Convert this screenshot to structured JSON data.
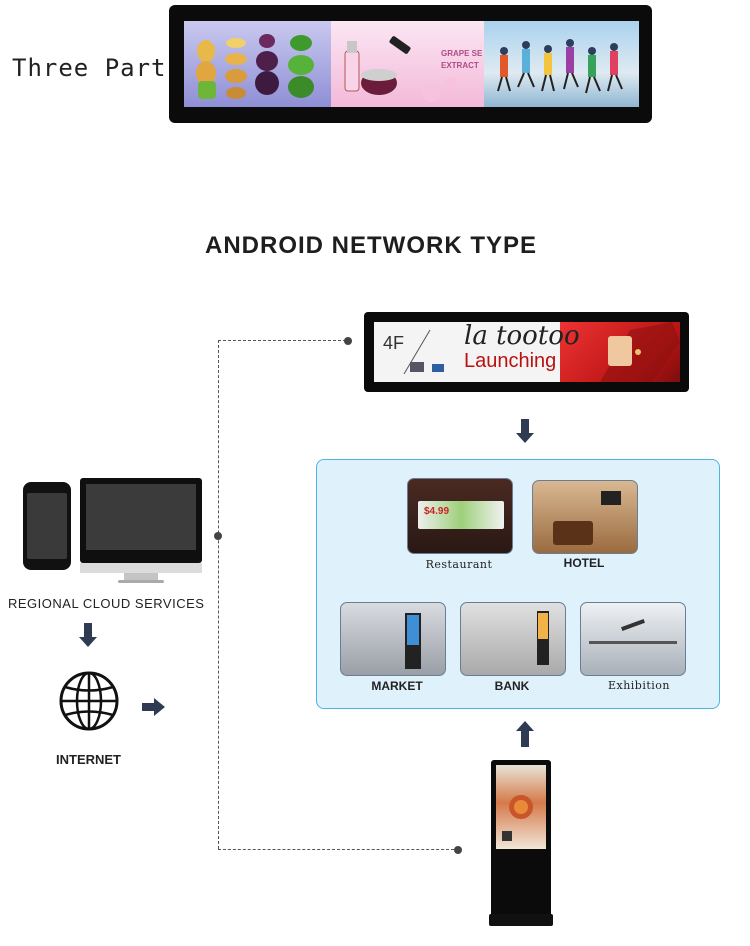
{
  "header": {
    "three_parts_label": "Three Parts",
    "segments": [
      {
        "name": "vegetables-ad"
      },
      {
        "name": "cosmetics-ad",
        "text_line1": "GRAPE SE",
        "text_line2": "EXTRACT"
      },
      {
        "name": "sports-ad"
      }
    ]
  },
  "diagram": {
    "title": "ANDROID NETWORK TYPE",
    "bar_display": {
      "floor": "4F",
      "brand": "la tootoo",
      "tagline": "Launching"
    },
    "cloud_label": "REGIONAL CLOUD SERVICES",
    "internet_label": "INTERNET",
    "venues": [
      {
        "label": "Restaurant",
        "price_tag": "$4.99"
      },
      {
        "label": "HOTEL"
      },
      {
        "label": "MARKET"
      },
      {
        "label": "BANK"
      },
      {
        "label": "Exhibition"
      }
    ],
    "colors": {
      "panel_bg": "#dff2fb",
      "panel_border": "#4fb3e2",
      "arrow": "#2e3b52"
    },
    "icons": [
      "phone-icon",
      "desktop-computer-icon",
      "globe-icon",
      "arrow-right-icon",
      "arrow-down-icon",
      "arrow-up-icon"
    ]
  }
}
